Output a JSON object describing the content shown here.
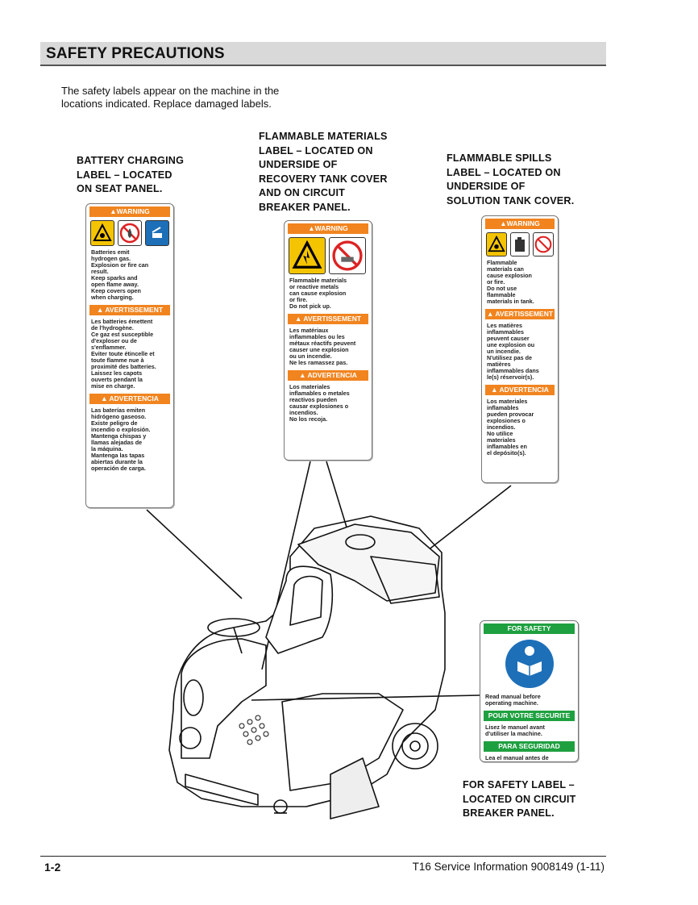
{
  "header": {
    "title": "SAFETY PRECAUTIONS"
  },
  "intro": {
    "line1": "The safety labels appear on the machine in the",
    "line2": "locations indicated. Replace damaged labels."
  },
  "callouts": {
    "battery": "BATTERY CHARGING\nLABEL – LOCATED\nON SEAT PANEL.",
    "flammable_materials": "FLAMMABLE MATERIALS\nLABEL – LOCATED  ON\nUNDERSIDE OF\nRECOVERY TANK COVER\nAND ON CIRCUIT\nBREAKER PANEL.",
    "flammable_spills": "FLAMMABLE SPILLS\nLABEL – LOCATED  ON\nUNDERSIDE OF\nSOLUTION TANK COVER.",
    "for_safety": "FOR SAFETY LABEL –\nLOCATED ON CIRCUIT\nBREAKER PANEL."
  },
  "labels": {
    "battery": {
      "warning": "▲WARNING",
      "text_en": "Batteries emit\nhydrogen gas.\nExplosion or fire can\nresult.\nKeep sparks and\nopen flame away.\nKeep covers open\nwhen charging.",
      "avert": "▲ AVERTISSEMENT",
      "text_fr": "Les batteries émettent\nde l'hydrogène.\nCe gaz est susceptible\nd'exploser ou de\ns'enflammer.\nEviter toute étincelle et\ntoute flamme nue à\nproximité des batteries.\nLaissez les capots\nouverts pendant la\nmise en charge.",
      "adv": "▲ ADVERTENCIA",
      "text_es": "Las baterías emiten\nhidrógeno gaseoso.\nExiste peligro de\nincendio o explosión.\nMantenga chispas y\nllamas alejadas de\nla máquina.\nMantenga las tapas\nabiertas durante la\noperación de carga."
    },
    "flammable_materials": {
      "warning": "▲WARNING",
      "text_en": "Flammable materials\nor reactive metals\ncan cause explosion\nor fire.\nDo not pick up.",
      "avert": "▲ AVERTISSEMENT",
      "text_fr": "Les matériaux\ninflammables ou les\nmétaux réactifs peuvent\ncauser une explosion\nou un incendie.\nNe les ramassez pas.",
      "adv": "▲ ADVERTENCIA",
      "text_es": "Los materiales\ninflamables o metales\nreactivos pueden\ncausar explosiones o\nincendios.\nNo los recoja."
    },
    "flammable_spills": {
      "warning": "▲WARNING",
      "text_en": "Flammable\nmaterials can\ncause explosion\nor fire.\nDo not use\nflammable\nmaterials in tank.",
      "avert": "▲ AVERTISSEMENT",
      "text_fr": "Les matières\ninflammables\npeuvent causer\nune explosion ou\nun incendie.\nN'utilisez pas de\nmatières\ninflammables dans\nle(s) réservoir(s).",
      "adv": "▲ ADVERTENCIA",
      "text_es": "Los materiales\ninflamables\npueden provocar\nexplosiones o\nincendios.\nNo utilice\nmateriales\ninflamables en\nel depósito(s)."
    },
    "for_safety": {
      "header": "FOR SAFETY",
      "text_en": "Read manual before\noperating machine.",
      "header_fr": "POUR VOTRE SECURITE",
      "text_fr": "Lisez le manuel avant\nd'utiliser la machine.",
      "header_es": "PARA SEGURIDAD",
      "text_es": "Lea el manual antes de\noperar la máquina."
    }
  },
  "footer": {
    "page": "1-2",
    "doc": "T16 Service Information 9008149 (1-11)"
  }
}
